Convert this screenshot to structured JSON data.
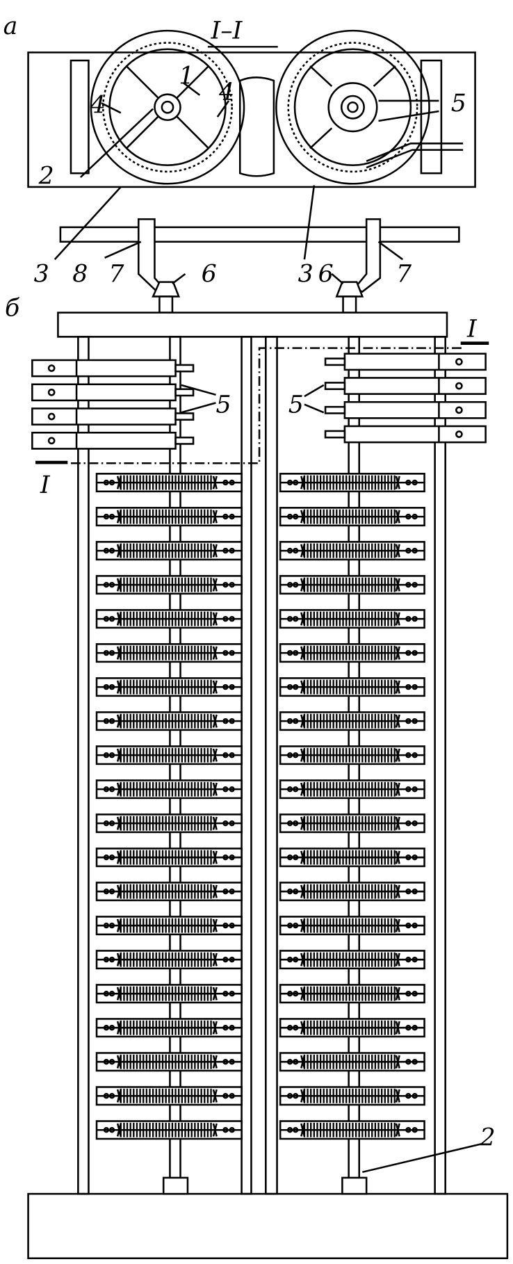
{
  "labels": {
    "part_a": "a",
    "section": "I–I",
    "part_b": "б",
    "n1": "1",
    "n2_top": "2",
    "n3_left": "3",
    "n3_right": "3",
    "n4_left": "4",
    "n4_mid": "4",
    "n5_top": "5",
    "n8": "8",
    "n7_left": "7",
    "n6_left": "6",
    "n6_right": "6",
    "n7_right": "7",
    "section_mark_right": "I",
    "section_mark_left": "I",
    "n5_left": "5",
    "n5_right": "5",
    "n2_bottom": "2"
  },
  "stack_rows_per_column": 20,
  "contact_arms_per_column": 4
}
